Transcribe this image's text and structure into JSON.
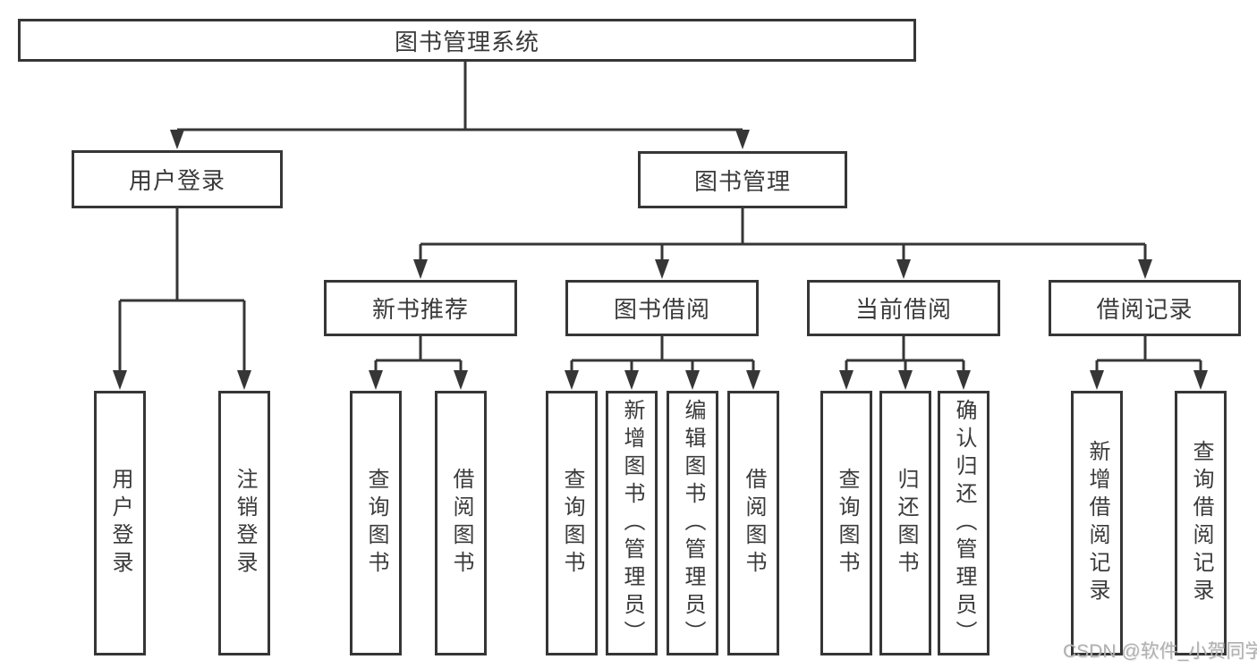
{
  "colors": {
    "line": "#363636",
    "box_border": "#363636",
    "box_background": "#ffffff",
    "text": "#3a3a3a",
    "watermark": "#b0b0b0"
  },
  "tree": {
    "root": {
      "label": "图书管理系统"
    },
    "branches": [
      {
        "label": "用户登录",
        "children": [
          {
            "label": "用户登录"
          },
          {
            "label": "注销登录"
          }
        ]
      },
      {
        "label": "图书管理",
        "modules": [
          {
            "label": "新书推荐",
            "children": [
              {
                "label": "查询图书"
              },
              {
                "label": "借阅图书"
              }
            ]
          },
          {
            "label": "图书借阅",
            "children": [
              {
                "label": "查询图书"
              },
              {
                "label": "新增图书（管理员）"
              },
              {
                "label": "编辑图书（管理员）"
              },
              {
                "label": "借阅图书"
              }
            ]
          },
          {
            "label": "当前借阅",
            "children": [
              {
                "label": "查询图书"
              },
              {
                "label": "归还图书"
              },
              {
                "label": "确认归还（管理员）"
              }
            ]
          },
          {
            "label": "借阅记录",
            "children": [
              {
                "label": "新增借阅记录"
              },
              {
                "label": "查询借阅记录"
              }
            ]
          }
        ]
      }
    ]
  },
  "watermark": {
    "text": "CSDN @软件_小贺同学"
  }
}
